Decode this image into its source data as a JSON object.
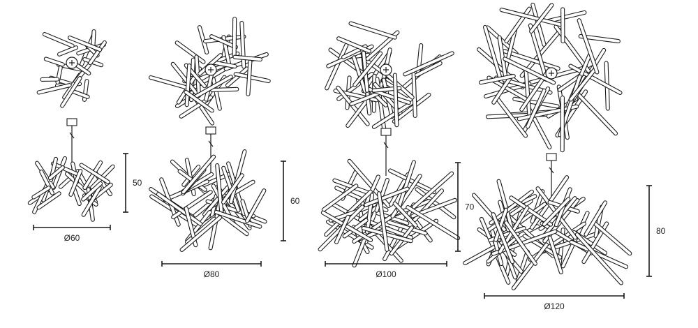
{
  "models": [
    {
      "id": "d60",
      "diameter_label": "Ø60",
      "height_label": "50"
    },
    {
      "id": "d80",
      "diameter_label": "Ø80",
      "height_label": "60"
    },
    {
      "id": "d100",
      "diameter_label": "Ø100",
      "height_label": "70"
    },
    {
      "id": "d120",
      "diameter_label": "Ø120",
      "height_label": "80"
    }
  ],
  "footnote": "",
  "colors": {
    "line": "#1a1a1a",
    "text": "#222222",
    "background": "#ffffff"
  }
}
